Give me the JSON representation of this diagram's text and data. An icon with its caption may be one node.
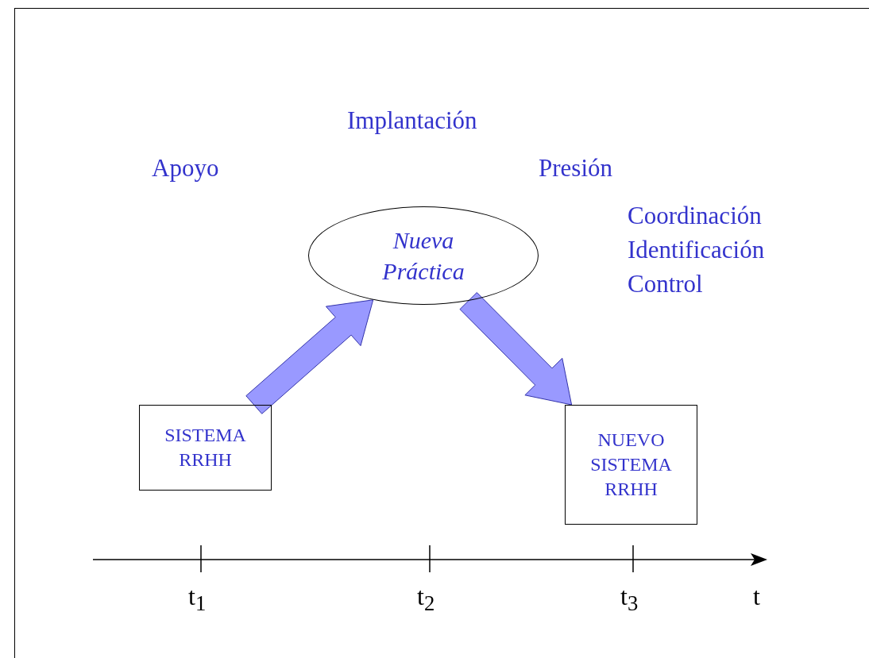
{
  "diagram": {
    "nodes": [
      {
        "text": [
          "SISTEMA RRHH"
        ]
      },
      {
        "text": [
          "Nueva Práctica"
        ]
      },
      {
        "text": [
          "NUEVO SISTEMA RRHH"
        ]
      }
    ],
    "edges": [
      {
        "from": 0,
        "to": 1,
        "arrow": "to",
        "style": "thick",
        "color": "#9999ff"
      },
      {
        "from": 1,
        "to": 2,
        "arrow": "to",
        "style": "thick",
        "color": "#9999ff"
      }
    ],
    "labels": [
      "Implantación",
      "Apoyo",
      "Presión",
      "Coordinación",
      "Identificación",
      "Control",
      "t$_{1}$",
      "t$_{2}$",
      "t$_{3}$",
      "t"
    ]
  }
}
